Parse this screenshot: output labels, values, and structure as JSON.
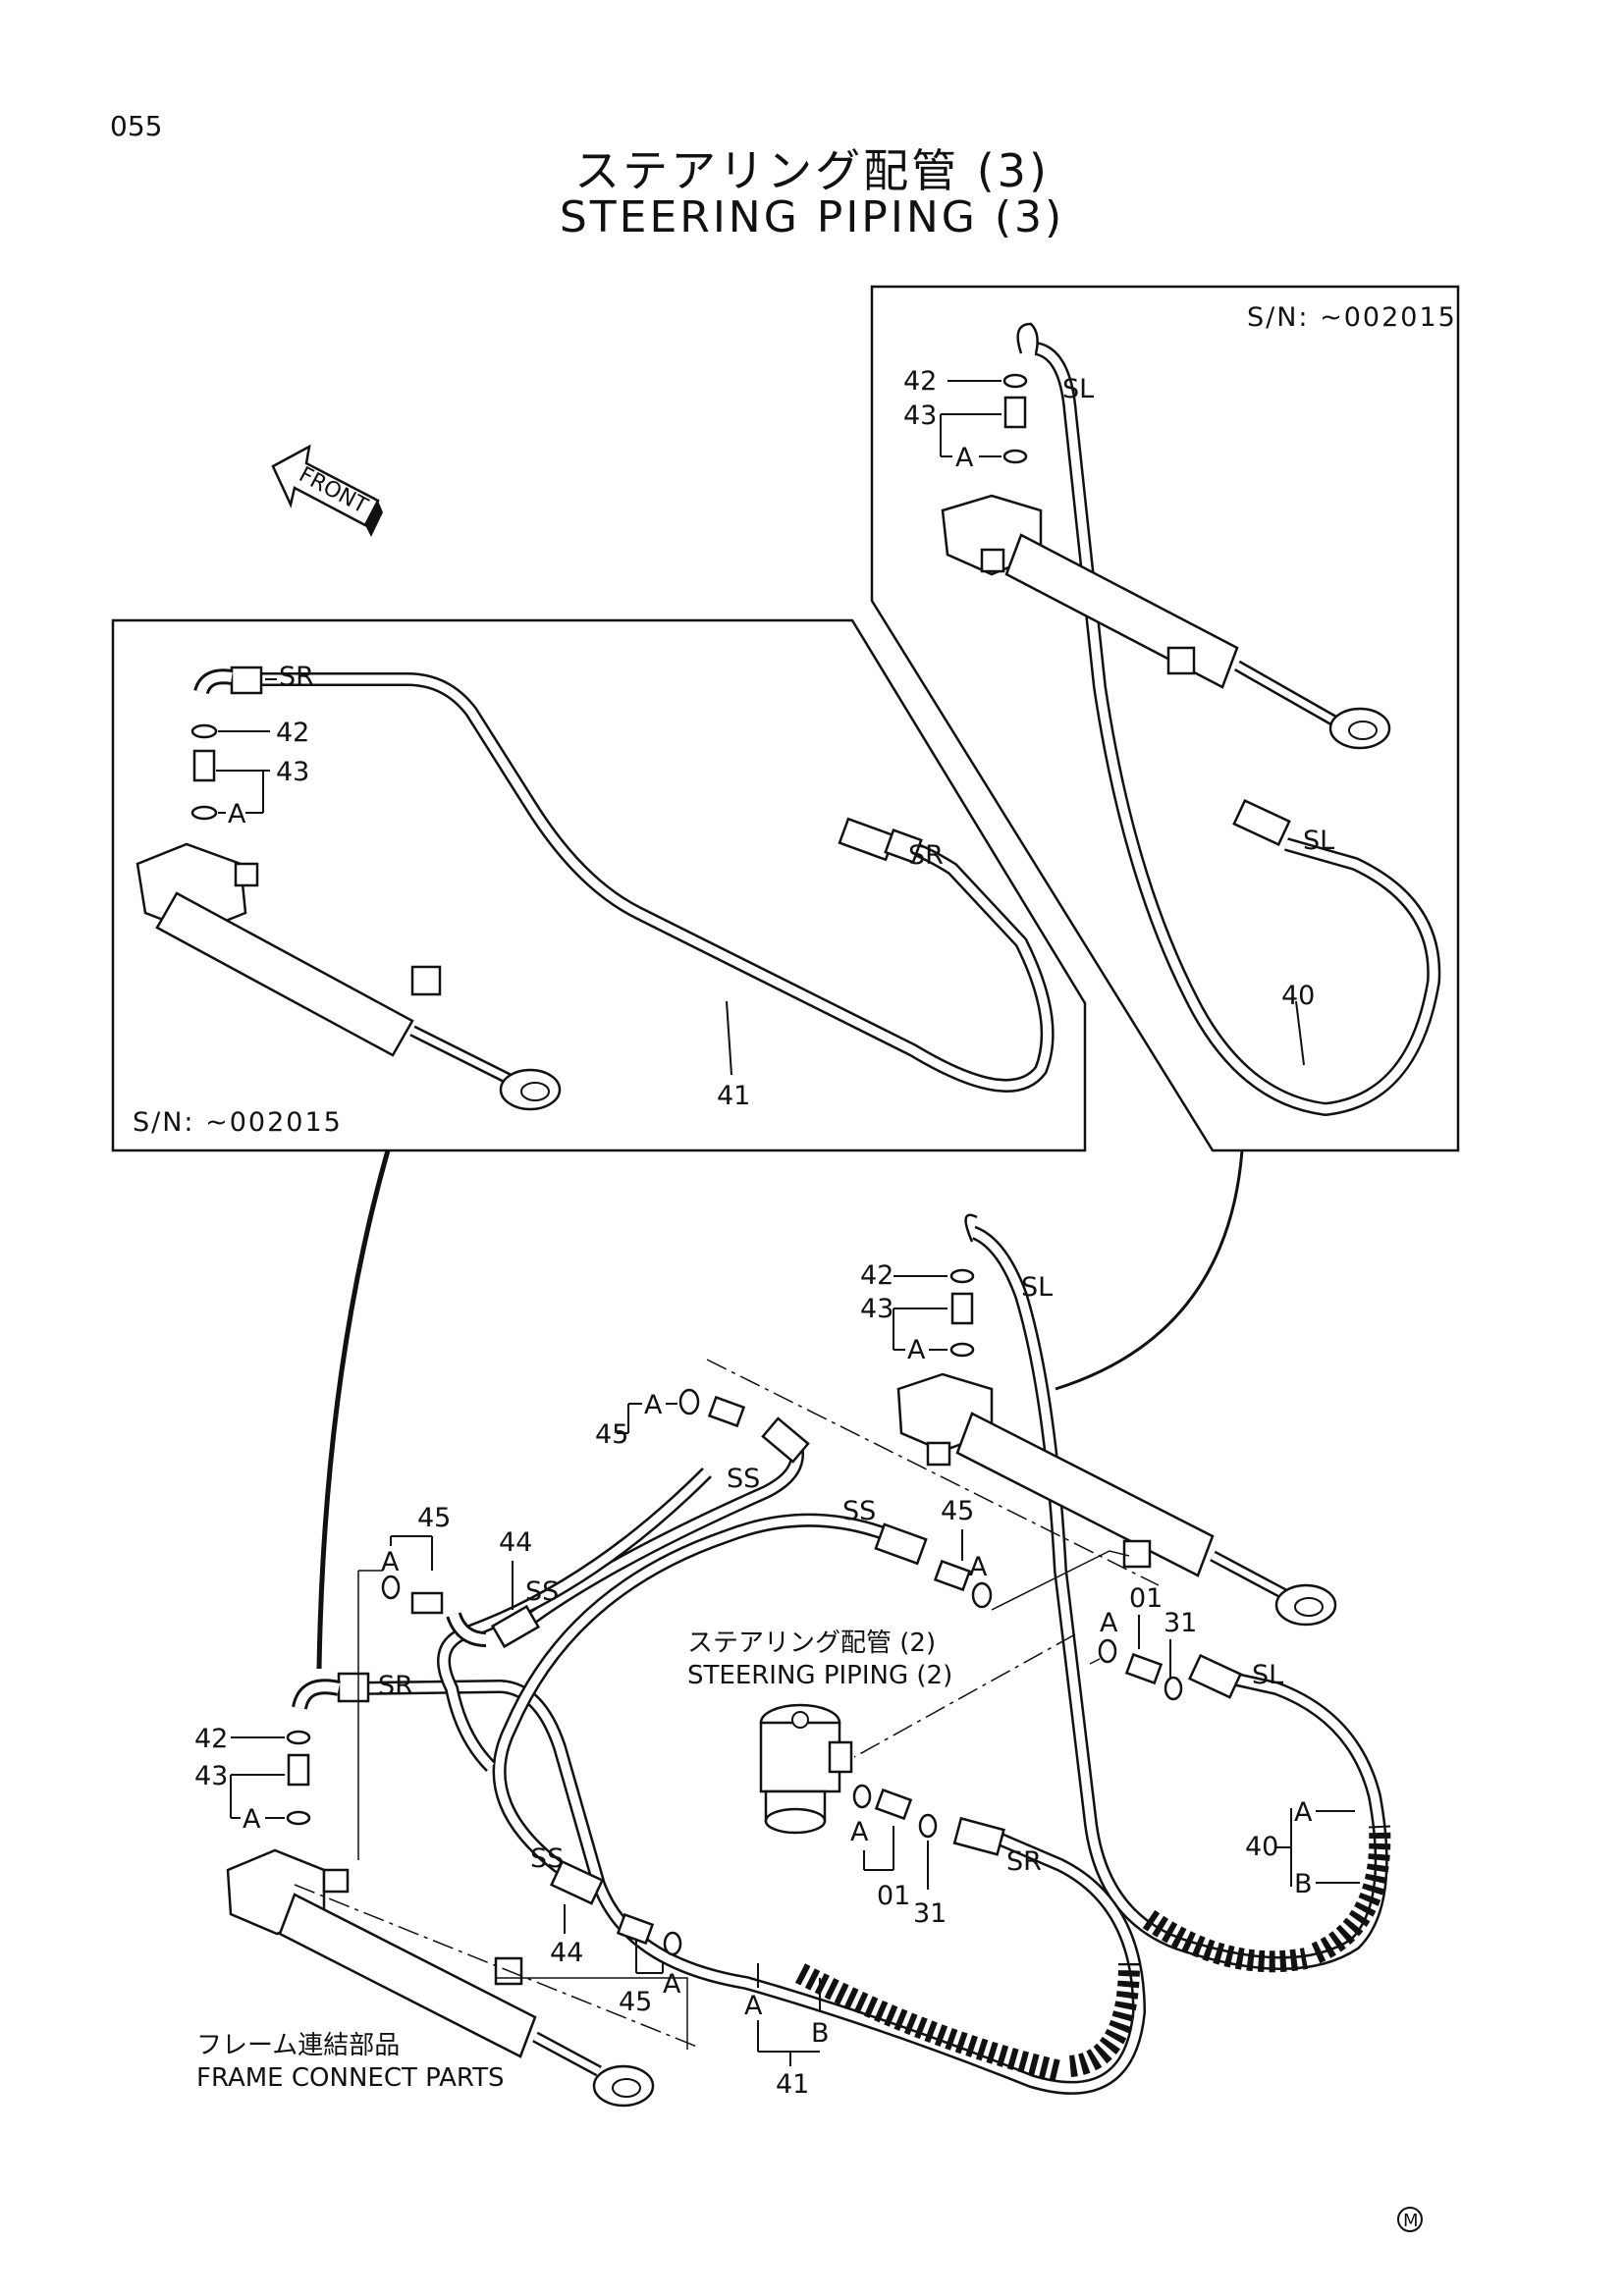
{
  "page": {
    "number": "055",
    "title_jp": "ステアリング配管 (3)",
    "title_en": "STEERING PIPING (3)"
  },
  "direction": {
    "label": "FRONT"
  },
  "inset_left": {
    "serial_note": "S/N: ~002015",
    "hose_end_top": "SR",
    "hose_end_right": "SR",
    "part_41": "41",
    "part_42": "42",
    "part_43": "43",
    "set_A": "A"
  },
  "inset_right": {
    "serial_note": "S/N: ~002015",
    "hose_end_top": "SL",
    "hose_end_bottom": "SL",
    "part_40": "40",
    "part_42": "42",
    "part_43": "43",
    "set_A": "A"
  },
  "main": {
    "part_42_top": "42",
    "part_43_top": "43",
    "set_A_top": "A",
    "hose_end_sl_top": "SL",
    "part_45_upper": "45",
    "set_A_upper": "A",
    "hose_end_ss_upper": "SS",
    "hose_end_ss_mid": "SS",
    "part_45_right": "45",
    "set_A_right": "A",
    "part_45_left": "45",
    "set_A_left": "A",
    "part_44_upper": "44",
    "hose_end_ss_left": "SS",
    "part_01_right": "01",
    "set_A_01_right": "A",
    "part_31_right": "31",
    "note_jp": "ステアリング配管 (2)",
    "note_en": "STEERING PIPING (2)",
    "hose_end_sr_left": "SR",
    "part_42_left": "42",
    "part_43_left": "43",
    "set_A_left_cyl": "A",
    "hose_end_sl_right": "SL",
    "part_40": "40",
    "set_A_40": "A",
    "set_B_40": "B",
    "hose_end_sr_bottom": "SR",
    "set_A_01_bottom": "A",
    "part_01_bottom": "01",
    "part_31_bottom": "31",
    "hose_end_ss_bottom": "SS",
    "part_44_bottom": "44",
    "part_45_bottom": "45",
    "set_A_bottom": "A",
    "set_A_41": "A",
    "set_B_41": "B",
    "part_41": "41",
    "frame_jp": "フレーム連結部品",
    "frame_en": "FRAME CONNECT PARTS"
  },
  "footer": {
    "mark": "M"
  }
}
